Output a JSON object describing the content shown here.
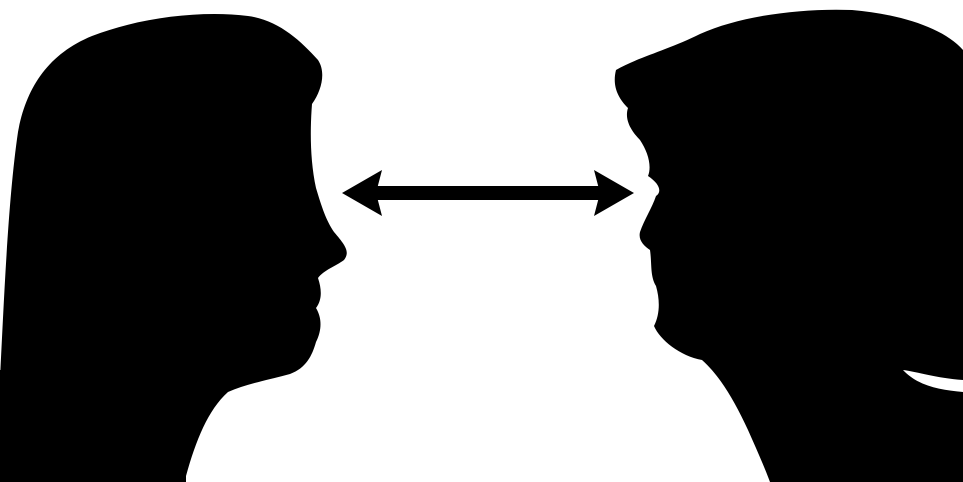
{
  "scene": {
    "background_color": "#ffffff",
    "silhouette_color": "#000000",
    "arrow_color": "#000000",
    "left_figure": "male-profile-silhouette",
    "right_figure": "female-profile-silhouette",
    "connector": "double-headed-arrow"
  }
}
